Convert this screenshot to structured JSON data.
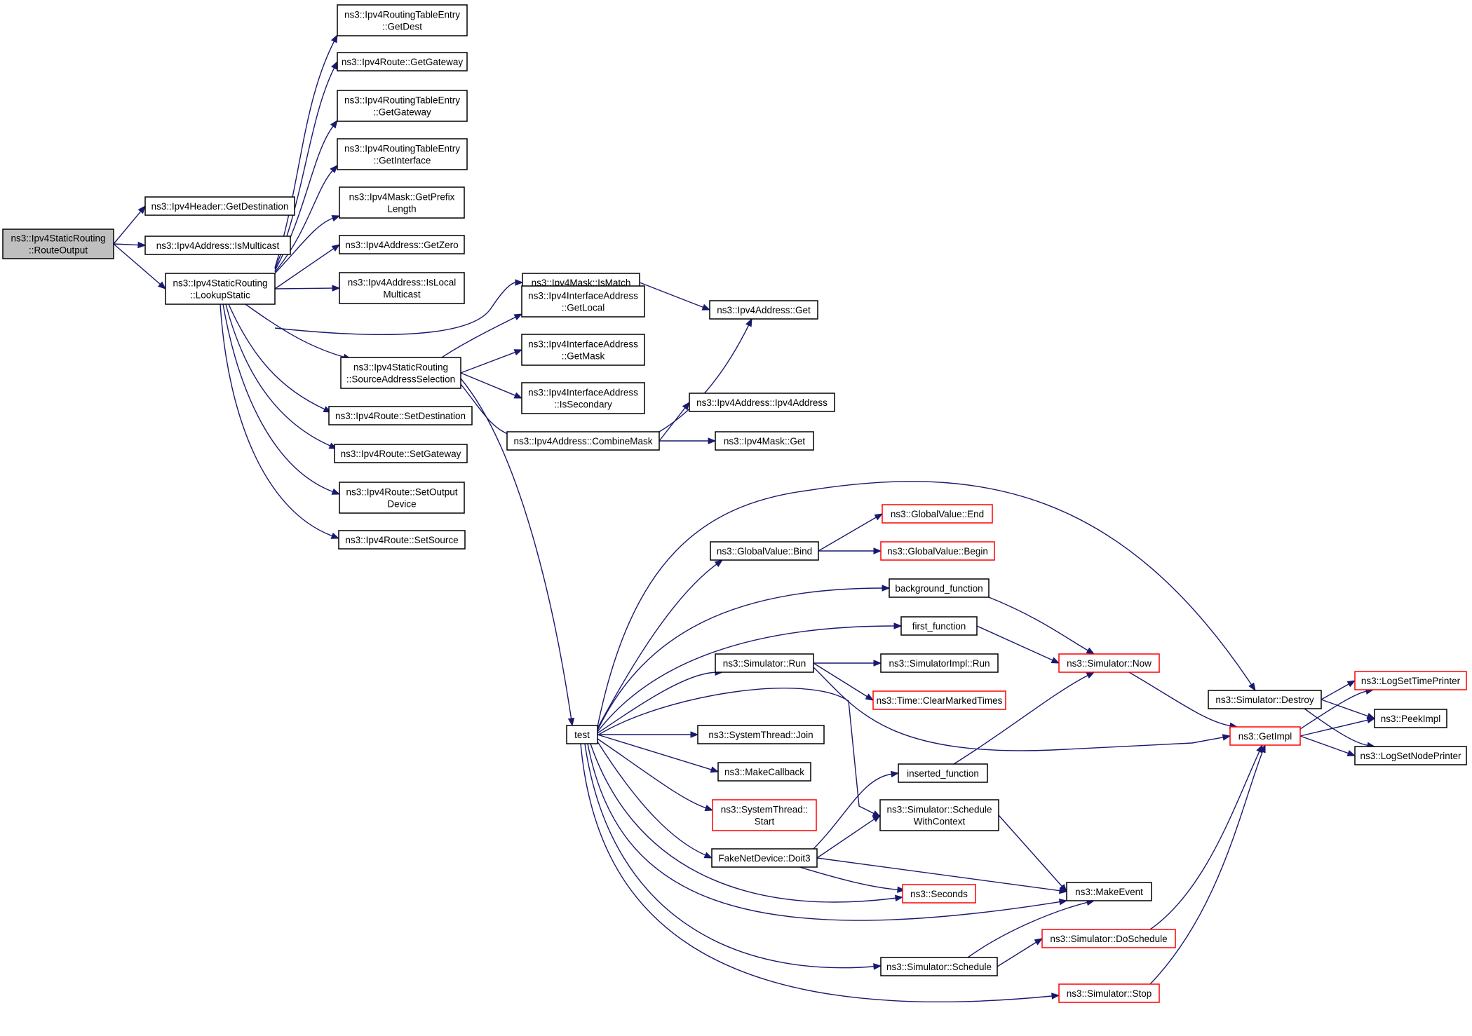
{
  "diagram": {
    "nodes": [
      {
        "id": "routeoutput",
        "lines": [
          "ns3::Ipv4StaticRouting",
          "::RouteOutput"
        ],
        "style": "root"
      },
      {
        "id": "getdestination",
        "lines": [
          "ns3::Ipv4Header::GetDestination"
        ],
        "style": "normal"
      },
      {
        "id": "ismulticast",
        "lines": [
          "ns3::Ipv4Address::IsMulticast"
        ],
        "style": "normal"
      },
      {
        "id": "lookupstatic",
        "lines": [
          "ns3::Ipv4StaticRouting",
          "::LookupStatic"
        ],
        "style": "normal"
      },
      {
        "id": "getdest",
        "lines": [
          "ns3::Ipv4RoutingTableEntry",
          "::GetDest"
        ],
        "style": "normal"
      },
      {
        "id": "routegetgateway",
        "lines": [
          "ns3::Ipv4Route::GetGateway"
        ],
        "style": "normal"
      },
      {
        "id": "rtegetgateway",
        "lines": [
          "ns3::Ipv4RoutingTableEntry",
          "::GetGateway"
        ],
        "style": "normal"
      },
      {
        "id": "rtegetinterface",
        "lines": [
          "ns3::Ipv4RoutingTableEntry",
          "::GetInterface"
        ],
        "style": "normal"
      },
      {
        "id": "getprefixlength",
        "lines": [
          "ns3::Ipv4Mask::GetPrefix",
          "Length"
        ],
        "style": "normal"
      },
      {
        "id": "getzero",
        "lines": [
          "ns3::Ipv4Address::GetZero"
        ],
        "style": "normal"
      },
      {
        "id": "islocalmulticast",
        "lines": [
          "ns3::Ipv4Address::IsLocal",
          "Multicast"
        ],
        "style": "normal"
      },
      {
        "id": "ismatch",
        "lines": [
          "ns3::Ipv4Mask::IsMatch"
        ],
        "style": "normal"
      },
      {
        "id": "sourceaddresssel",
        "lines": [
          "ns3::Ipv4StaticRouting",
          "::SourceAddressSelection"
        ],
        "style": "normal"
      },
      {
        "id": "setdestination",
        "lines": [
          "ns3::Ipv4Route::SetDestination"
        ],
        "style": "normal"
      },
      {
        "id": "setgateway",
        "lines": [
          "ns3::Ipv4Route::SetGateway"
        ],
        "style": "normal"
      },
      {
        "id": "setoutputdevice",
        "lines": [
          "ns3::Ipv4Route::SetOutput",
          "Device"
        ],
        "style": "normal"
      },
      {
        "id": "setsource",
        "lines": [
          "ns3::Ipv4Route::SetSource"
        ],
        "style": "normal"
      },
      {
        "id": "iagetlocal",
        "lines": [
          "ns3::Ipv4InterfaceAddress",
          "::GetLocal"
        ],
        "style": "normal"
      },
      {
        "id": "iagetmask",
        "lines": [
          "ns3::Ipv4InterfaceAddress",
          "::GetMask"
        ],
        "style": "normal"
      },
      {
        "id": "iaissecondary",
        "lines": [
          "ns3::Ipv4InterfaceAddress",
          "::IsSecondary"
        ],
        "style": "normal"
      },
      {
        "id": "combinemask",
        "lines": [
          "ns3::Ipv4Address::CombineMask"
        ],
        "style": "normal"
      },
      {
        "id": "addrget",
        "lines": [
          "ns3::Ipv4Address::Get"
        ],
        "style": "normal"
      },
      {
        "id": "addrctor",
        "lines": [
          "ns3::Ipv4Address::Ipv4Address"
        ],
        "style": "normal"
      },
      {
        "id": "maskget",
        "lines": [
          "ns3::Ipv4Mask::Get"
        ],
        "style": "normal"
      },
      {
        "id": "test",
        "lines": [
          "test"
        ],
        "style": "normal"
      },
      {
        "id": "gvbind",
        "lines": [
          "ns3::GlobalValue::Bind"
        ],
        "style": "normal"
      },
      {
        "id": "gvend",
        "lines": [
          "ns3::GlobalValue::End"
        ],
        "style": "truncated"
      },
      {
        "id": "gvbegin",
        "lines": [
          "ns3::GlobalValue::Begin"
        ],
        "style": "truncated"
      },
      {
        "id": "bgfunc",
        "lines": [
          "background_function"
        ],
        "style": "normal"
      },
      {
        "id": "firstfunc",
        "lines": [
          "first_function"
        ],
        "style": "normal"
      },
      {
        "id": "simrun",
        "lines": [
          "ns3::Simulator::Run"
        ],
        "style": "normal"
      },
      {
        "id": "simimplrun",
        "lines": [
          "ns3::SimulatorImpl::Run"
        ],
        "style": "normal"
      },
      {
        "id": "clearmarked",
        "lines": [
          "ns3::Time::ClearMarkedTimes"
        ],
        "style": "truncated"
      },
      {
        "id": "simnow",
        "lines": [
          "ns3::Simulator::Now"
        ],
        "style": "truncated"
      },
      {
        "id": "stjoin",
        "lines": [
          "ns3::SystemThread::Join"
        ],
        "style": "normal"
      },
      {
        "id": "makecallback",
        "lines": [
          "ns3::MakeCallback"
        ],
        "style": "normal"
      },
      {
        "id": "ststart",
        "lines": [
          "ns3::SystemThread::",
          "Start"
        ],
        "style": "truncated"
      },
      {
        "id": "insertedfunc",
        "lines": [
          "inserted_function"
        ],
        "style": "normal"
      },
      {
        "id": "schedwithctx",
        "lines": [
          "ns3::Simulator::Schedule",
          "WithContext"
        ],
        "style": "normal"
      },
      {
        "id": "doit3",
        "lines": [
          "FakeNetDevice::Doit3"
        ],
        "style": "normal"
      },
      {
        "id": "seconds",
        "lines": [
          "ns3::Seconds"
        ],
        "style": "truncated"
      },
      {
        "id": "makeevent",
        "lines": [
          "ns3::MakeEvent"
        ],
        "style": "normal"
      },
      {
        "id": "doschedule",
        "lines": [
          "ns3::Simulator::DoSchedule"
        ],
        "style": "truncated"
      },
      {
        "id": "simschedule",
        "lines": [
          "ns3::Simulator::Schedule"
        ],
        "style": "normal"
      },
      {
        "id": "simstop",
        "lines": [
          "ns3::Simulator::Stop"
        ],
        "style": "truncated"
      },
      {
        "id": "simdestroy",
        "lines": [
          "ns3::Simulator::Destroy"
        ],
        "style": "normal"
      },
      {
        "id": "getimpl",
        "lines": [
          "ns3::GetImpl"
        ],
        "style": "truncated"
      },
      {
        "id": "logsettimeprinter",
        "lines": [
          "ns3::LogSetTimePrinter"
        ],
        "style": "truncated"
      },
      {
        "id": "peekimpl",
        "lines": [
          "ns3::PeekImpl"
        ],
        "style": "normal"
      },
      {
        "id": "logsetnodeprinter",
        "lines": [
          "ns3::LogSetNodePrinter"
        ],
        "style": "normal"
      }
    ],
    "edges": [
      {
        "from": "routeoutput",
        "to": "getdestination"
      },
      {
        "from": "routeoutput",
        "to": "ismulticast"
      },
      {
        "from": "routeoutput",
        "to": "lookupstatic"
      },
      {
        "from": "lookupstatic",
        "to": "getdest"
      },
      {
        "from": "lookupstatic",
        "to": "routegetgateway"
      },
      {
        "from": "lookupstatic",
        "to": "rtegetgateway"
      },
      {
        "from": "lookupstatic",
        "to": "rtegetinterface"
      },
      {
        "from": "lookupstatic",
        "to": "getprefixlength"
      },
      {
        "from": "lookupstatic",
        "to": "getzero"
      },
      {
        "from": "lookupstatic",
        "to": "islocalmulticast"
      },
      {
        "from": "lookupstatic",
        "to": "ismatch"
      },
      {
        "from": "lookupstatic",
        "to": "sourceaddresssel"
      },
      {
        "from": "lookupstatic",
        "to": "setdestination"
      },
      {
        "from": "lookupstatic",
        "to": "setgateway"
      },
      {
        "from": "lookupstatic",
        "to": "setoutputdevice"
      },
      {
        "from": "lookupstatic",
        "to": "setsource"
      },
      {
        "from": "sourceaddresssel",
        "to": "iagetlocal"
      },
      {
        "from": "sourceaddresssel",
        "to": "iagetmask"
      },
      {
        "from": "sourceaddresssel",
        "to": "iaissecondary"
      },
      {
        "from": "sourceaddresssel",
        "to": "combinemask"
      },
      {
        "from": "sourceaddresssel",
        "to": "test"
      },
      {
        "from": "ismatch",
        "to": "addrget"
      },
      {
        "from": "combinemask",
        "to": "addrget"
      },
      {
        "from": "combinemask",
        "to": "addrctor"
      },
      {
        "from": "combinemask",
        "to": "maskget"
      },
      {
        "from": "test",
        "to": "simdestroy"
      },
      {
        "from": "test",
        "to": "gvbind"
      },
      {
        "from": "test",
        "to": "bgfunc"
      },
      {
        "from": "test",
        "to": "firstfunc"
      },
      {
        "from": "test",
        "to": "simrun"
      },
      {
        "from": "test",
        "to": "schedwithctx"
      },
      {
        "from": "test",
        "to": "stjoin"
      },
      {
        "from": "test",
        "to": "makecallback"
      },
      {
        "from": "test",
        "to": "ststart"
      },
      {
        "from": "test",
        "to": "doit3"
      },
      {
        "from": "test",
        "to": "seconds"
      },
      {
        "from": "test",
        "to": "makeevent"
      },
      {
        "from": "test",
        "to": "simschedule"
      },
      {
        "from": "test",
        "to": "simstop"
      },
      {
        "from": "gvbind",
        "to": "gvend"
      },
      {
        "from": "gvbind",
        "to": "gvbegin"
      },
      {
        "from": "bgfunc",
        "to": "simnow"
      },
      {
        "from": "firstfunc",
        "to": "simnow"
      },
      {
        "from": "simrun",
        "to": "simimplrun"
      },
      {
        "from": "simrun",
        "to": "clearmarked"
      },
      {
        "from": "simrun",
        "to": "getimpl"
      },
      {
        "from": "simnow",
        "to": "getimpl"
      },
      {
        "from": "insertedfunc",
        "to": "simnow"
      },
      {
        "from": "doit3",
        "to": "insertedfunc"
      },
      {
        "from": "doit3",
        "to": "schedwithctx"
      },
      {
        "from": "doit3",
        "to": "makeevent"
      },
      {
        "from": "doit3",
        "to": "seconds"
      },
      {
        "from": "schedwithctx",
        "to": "makeevent"
      },
      {
        "from": "simschedule",
        "to": "makeevent"
      },
      {
        "from": "simschedule",
        "to": "doschedule"
      },
      {
        "from": "doschedule",
        "to": "getimpl"
      },
      {
        "from": "simstop",
        "to": "getimpl"
      },
      {
        "from": "simdestroy",
        "to": "logsettimeprinter"
      },
      {
        "from": "simdestroy",
        "to": "peekimpl"
      },
      {
        "from": "simdestroy",
        "to": "logsetnodeprinter"
      },
      {
        "from": "getimpl",
        "to": "logsettimeprinter"
      },
      {
        "from": "getimpl",
        "to": "peekimpl"
      },
      {
        "from": "getimpl",
        "to": "logsetnodeprinter"
      }
    ]
  }
}
